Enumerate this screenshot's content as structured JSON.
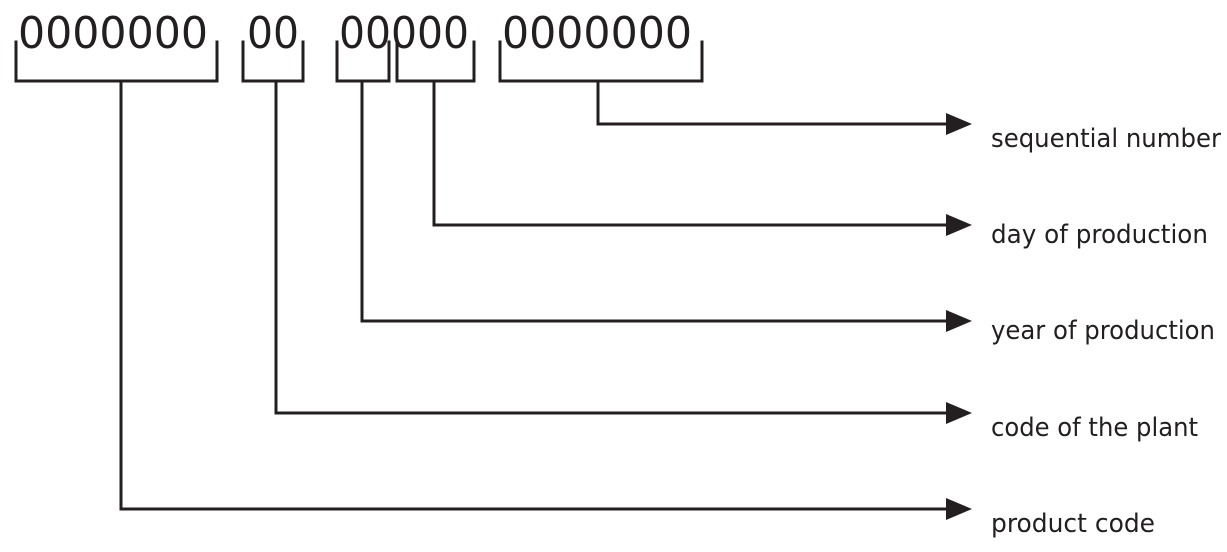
{
  "code_groups": [
    {
      "digits": "0000000"
    },
    {
      "digits": "00"
    },
    {
      "digits": "00"
    },
    {
      "digits": "000"
    },
    {
      "digits": "0000000"
    }
  ],
  "labels": {
    "sequential_number": "sequential number",
    "day_of_production": "day of production",
    "year_of_production": "year of production",
    "code_of_the_plant": "code of the plant",
    "product_code": "product code"
  },
  "colors": {
    "ink": "#231f20",
    "background": "#ffffff"
  }
}
